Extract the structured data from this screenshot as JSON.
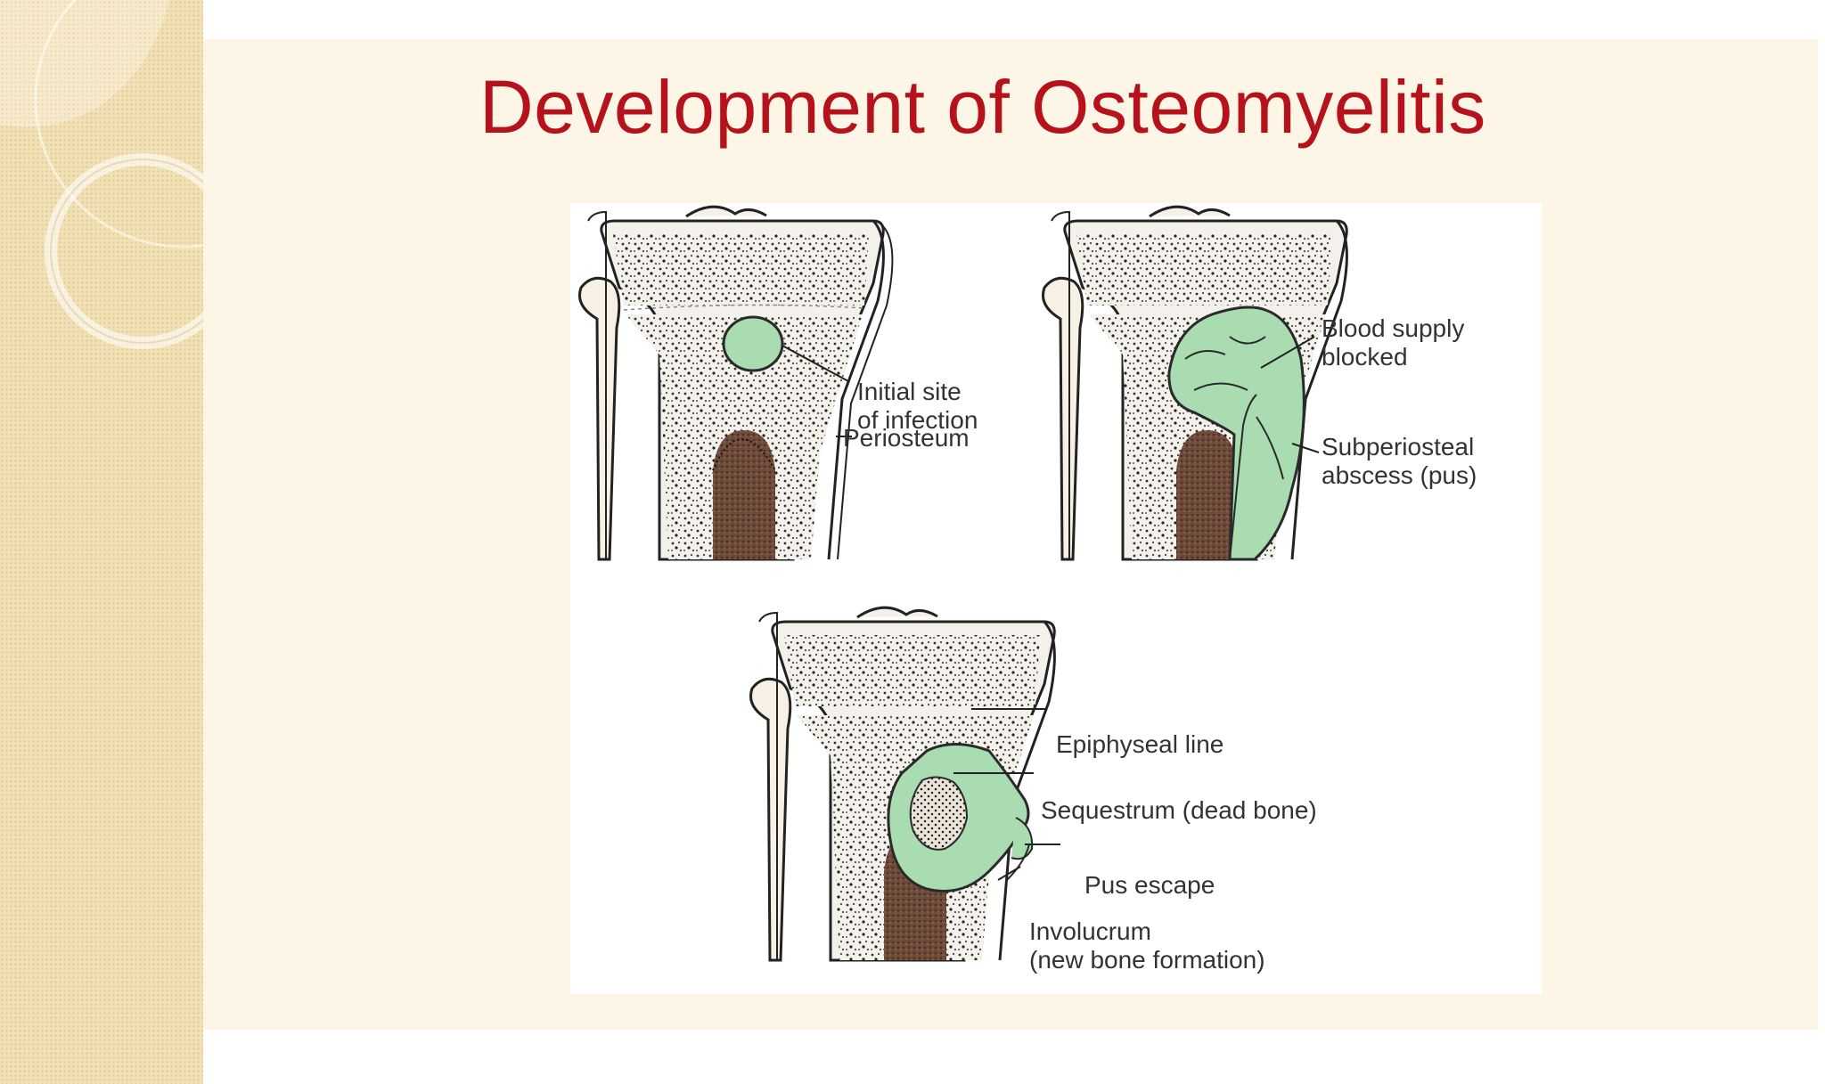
{
  "title": "Development of Osteomyelitis",
  "labels": {
    "initial_site": [
      "Initial site",
      "of infection"
    ],
    "periosteum": "Periosteum",
    "blood_supply": [
      "Blood supply",
      "blocked"
    ],
    "subperiosteal": [
      "Subperiosteal",
      "abscess (pus)"
    ],
    "epiphyseal": "Epiphyseal line",
    "sequestrum": "Sequestrum (dead bone)",
    "pus_escape": "Pus escape",
    "involucrum": [
      "Involucrum",
      "(new bone formation)"
    ]
  },
  "colors": {
    "title": "#b5121b",
    "pus": "#a9dcb0",
    "marrow": "#6e4a3a",
    "sidebar": "#f2e1b4",
    "slide": "#fdf5e6"
  }
}
